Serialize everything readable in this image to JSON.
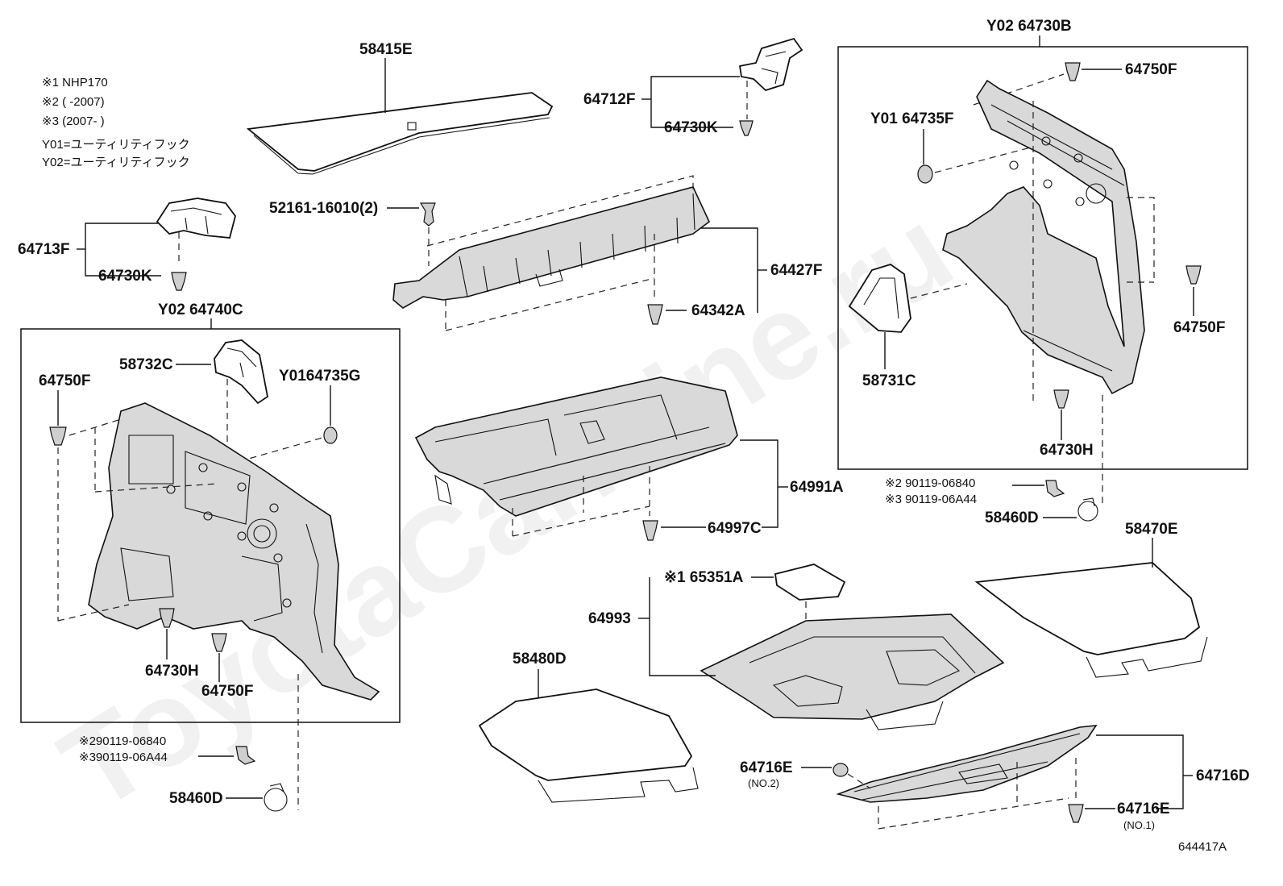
{
  "notes": {
    "n1": "※1 NHP170",
    "n2": "※2 (      -2007)",
    "n3": "※3 (2007-      )",
    "y01": "Y01=ユーティリティフック",
    "y02": "Y02=ユーティリティフック"
  },
  "watermark": "ToyotaCarMine.ru",
  "labels": {
    "p58415E": "58415E",
    "p64712F": "64712F",
    "p64730K_a": "64730K",
    "p52161": "52161-16010(2)",
    "p64713F": "64713F",
    "p64730K_b": "64730K",
    "p64427F": "64427F",
    "p64342A": "64342A",
    "y02_64740C": "Y02 64740C",
    "p58732C": "58732C",
    "y01_64735G": "Y0164735G",
    "p64750F_l": "64750F",
    "p64730H_l": "64730H",
    "p64750F_l2": "64750F",
    "s2_90119_l": "※290119-06840",
    "s3_90119_l": "※390119-06A44",
    "p58460D_l": "58460D",
    "p64991A": "64991A",
    "p64997C": "64997C",
    "y02_64730B": "Y02 64730B",
    "p64750F_r": "64750F",
    "y01_64735F": "Y01 64735F",
    "p64750F_r2": "64750F",
    "p58731C": "58731C",
    "p64730H_r": "64730H",
    "s2_90119_r": "※2 90119-06840",
    "s3_90119_r": "※3 90119-06A44",
    "p58460D_r": "58460D",
    "p58470E": "58470E",
    "s1_65351A": "※1 65351A",
    "p64993": "64993",
    "p58480D": "58480D",
    "p64716E_a": "64716E",
    "no2": "(NO.2)",
    "p64716D": "64716D",
    "p64716E_b": "64716E",
    "no1": "(NO.1)",
    "diagram_id": "644417A"
  }
}
